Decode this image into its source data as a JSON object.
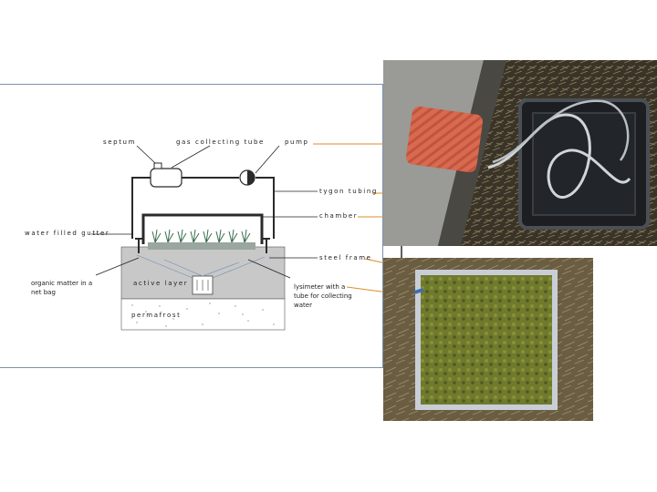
{
  "diagram": {
    "labels": {
      "septum": "septum",
      "gas_tube": "gas collecting tube",
      "pump": "pump",
      "tygon": "tygon tubing",
      "chamber": "chamber",
      "gutter": "water filled gutter",
      "steel_frame": "steel frame",
      "organic_matter": "organic matter in a net bag",
      "active_layer": "active layer",
      "lysimeter": "lysimeter with a tube for collecting water",
      "permafrost": "permafrost"
    }
  },
  "colors": {
    "pointer_line": "#d98c2b",
    "frame_border": "#7a93ad",
    "soil": "#c8c8c8",
    "chamber_pad": "#d9694f",
    "grass": "#3a6e4f"
  }
}
